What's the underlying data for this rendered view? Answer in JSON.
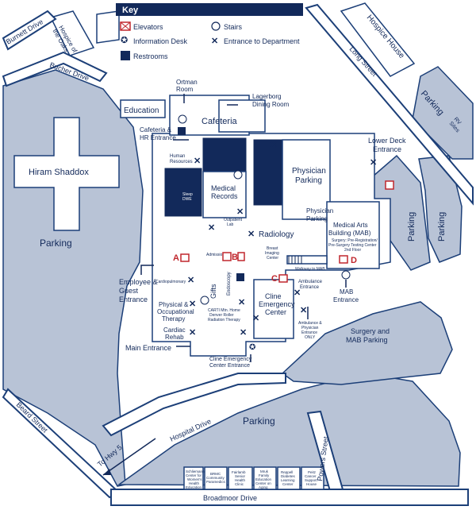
{
  "map": {
    "key_title": "Key",
    "legend": {
      "elevators": "Elevators",
      "stairs": "Stairs",
      "information_desk": "Information Desk",
      "entrance_to_department": "Entrance to Department",
      "restrooms": "Restrooms"
    },
    "streets": {
      "burnett": "Burnett Drive",
      "bucher": "Bucher Drive",
      "long": "Long Street",
      "beard": "Beard Street",
      "hospital": "Hospital Drive",
      "broadmoor": "Broadmoor Drive",
      "powers": "Powers Street",
      "to_hwy5": "To Hwy 5"
    },
    "places": {
      "hospice_oaks": [
        "Hospice of",
        "the Oaks"
      ],
      "hospice_house": "Hospice House",
      "hiram_shaddox": "Hiram Shaddox",
      "parking": "Parking",
      "rv_sites": [
        "RV",
        "Sites"
      ],
      "education": "Education",
      "ortman_room": [
        "Ortman",
        "Room"
      ],
      "lagerborg": [
        "Lagerborg",
        "Dining Room"
      ],
      "cafeteria": "Cafeteria",
      "cafeteria_hr": [
        "Cafeteria &",
        "HR Entrance"
      ],
      "lower_deck": [
        "Lower Deck",
        "Entrance"
      ],
      "human_resources": [
        "Human",
        "Resources"
      ],
      "medical_records": [
        "Medical",
        "Records"
      ],
      "sleep_dwe": [
        "Sleep",
        "DWE"
      ],
      "physician_parking_main": [
        "Physician",
        "Parking"
      ],
      "physician_parking_side": [
        "Physician",
        "Parking"
      ],
      "outpatient_lab": [
        "Outpatient",
        "Lab"
      ],
      "radiology": "Radiology",
      "breast_imaging": [
        "Breast",
        "Imaging",
        "Center"
      ],
      "walkway": "Walkway to MAB",
      "mab": [
        "Medical Arts",
        "Building (MAB)"
      ],
      "mab_note": [
        "Surgery: Pre-Registration/",
        "Pre-Surgery Testing Center",
        "2nd Floor"
      ],
      "admissions": "Admissions",
      "employee_guest": [
        "Employee &",
        "Guest",
        "Entrance"
      ],
      "cardiopulmonary": "Cardiopulmonary",
      "physical_therapy": [
        "Physical &",
        "Occupational",
        "Therapy"
      ],
      "cardiac_rehab": [
        "Cardiac",
        "Rehab"
      ],
      "gifts": "Gifts",
      "endoscopy": "Endoscopy",
      "carti": [
        "CARTI Mtn. Home",
        "Denver Roller",
        "Radiation Therapy"
      ],
      "cline_center": [
        "Cline",
        "Emergency",
        "Center"
      ],
      "ambulance_entrance": [
        "Ambulance",
        "Entrance"
      ],
      "ambulance_physician": [
        "Ambulance &",
        "Physician",
        "Entrance",
        "ONLY"
      ],
      "mab_entrance": [
        "MAB",
        "Entrance"
      ],
      "surgery_mab_parking": [
        "Surgery and",
        "MAB Parking"
      ],
      "main_entrance": "Main Entrance",
      "cline_ec_entrance": [
        "Cline Emergency",
        "Center Entrance"
      ]
    },
    "markers": {
      "a": "A",
      "b": "B",
      "c": "C",
      "d": "D"
    },
    "small_bldgs": [
      [
        "Schliemann",
        "Center for",
        "Women's",
        "Health",
        "Education"
      ],
      [
        "BRMC",
        "Community",
        "Paramedics"
      ],
      [
        "Fairlamb",
        "Senior",
        "Health",
        "Clinic"
      ],
      [
        "Mruk",
        "Family",
        "Education",
        "Center on",
        "Aging"
      ],
      [
        "Reppell",
        "Diabetes",
        "Learning",
        "Center"
      ],
      [
        "Peitz",
        "Cancer",
        "Support",
        "House"
      ]
    ]
  },
  "colors": {
    "navy": "#12295a",
    "line": "#1c3f78",
    "lot": "#b8c3d6",
    "elevator": "#c0272d"
  }
}
